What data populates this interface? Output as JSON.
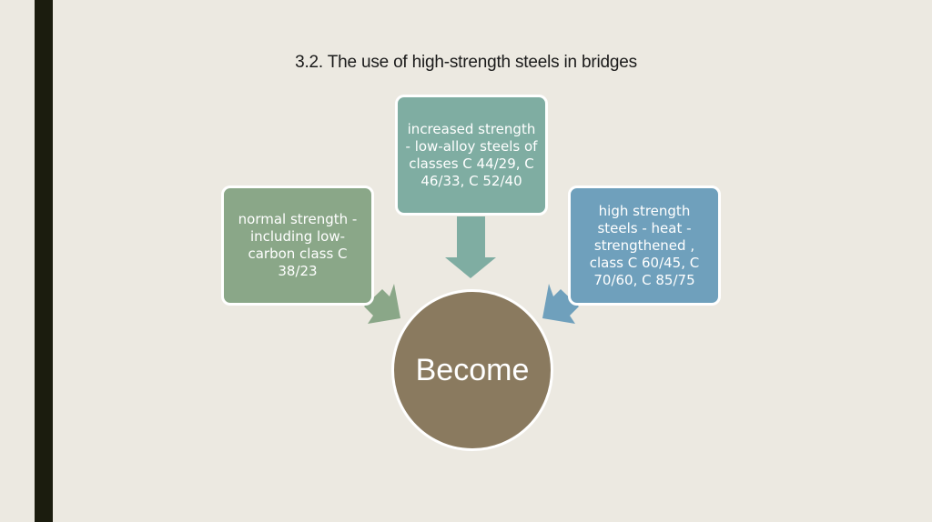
{
  "slide": {
    "title": "3.2. The use of high-strength steels in bridges",
    "accent_bar_color": "#1b1c0e",
    "background_color": "#ece9e1"
  },
  "diagram": {
    "center": {
      "label": "Become",
      "color": "#8a7a5f"
    },
    "boxes": [
      {
        "position": "left",
        "text": "normal strength - including low-carbon class C 38/23",
        "color": "#8aa788"
      },
      {
        "position": "top",
        "text": "increased strength - low-alloy steels of classes C 44/29, C 46/33, C 52/40",
        "color": "#7fada2"
      },
      {
        "position": "right",
        "text": "high strength steels - heat - strengthened , class C 60/45, C 70/60, C 85/75",
        "color": "#6fa0bc"
      }
    ]
  }
}
